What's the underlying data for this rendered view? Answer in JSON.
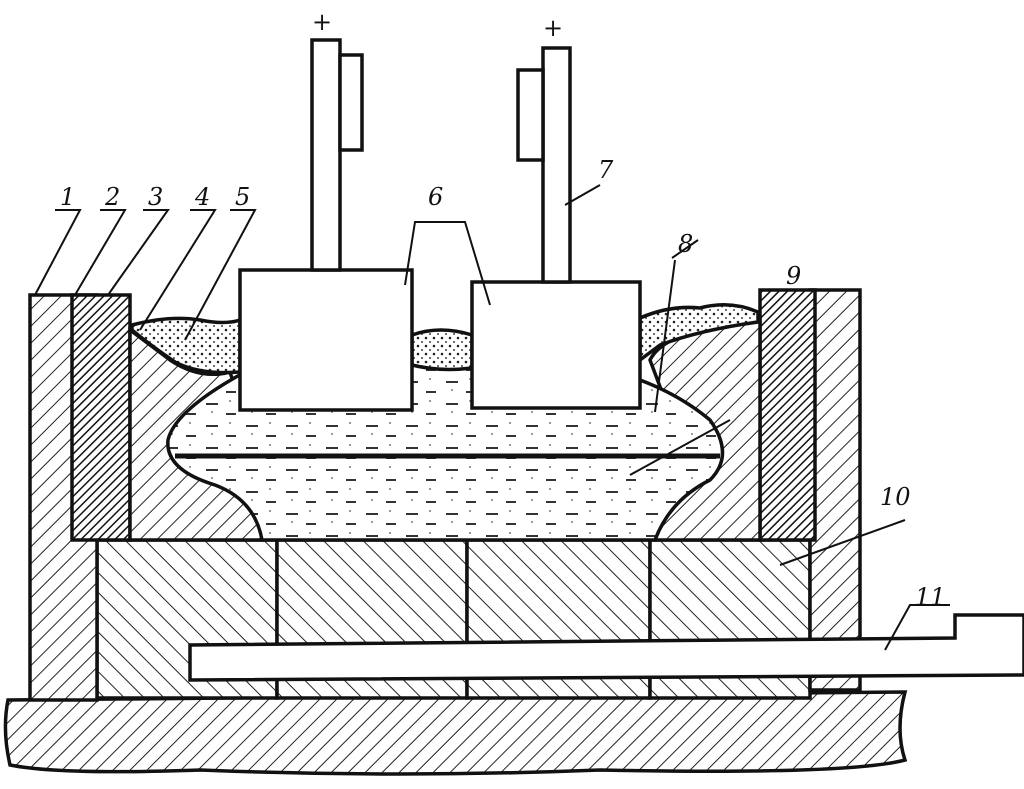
{
  "title": "Electrolysis cell cross-section",
  "polarity": [
    "+",
    "+"
  ],
  "labels": [
    "1",
    "2",
    "3",
    "4",
    "5",
    "6",
    "7",
    "8",
    "9",
    "10",
    "11"
  ]
}
